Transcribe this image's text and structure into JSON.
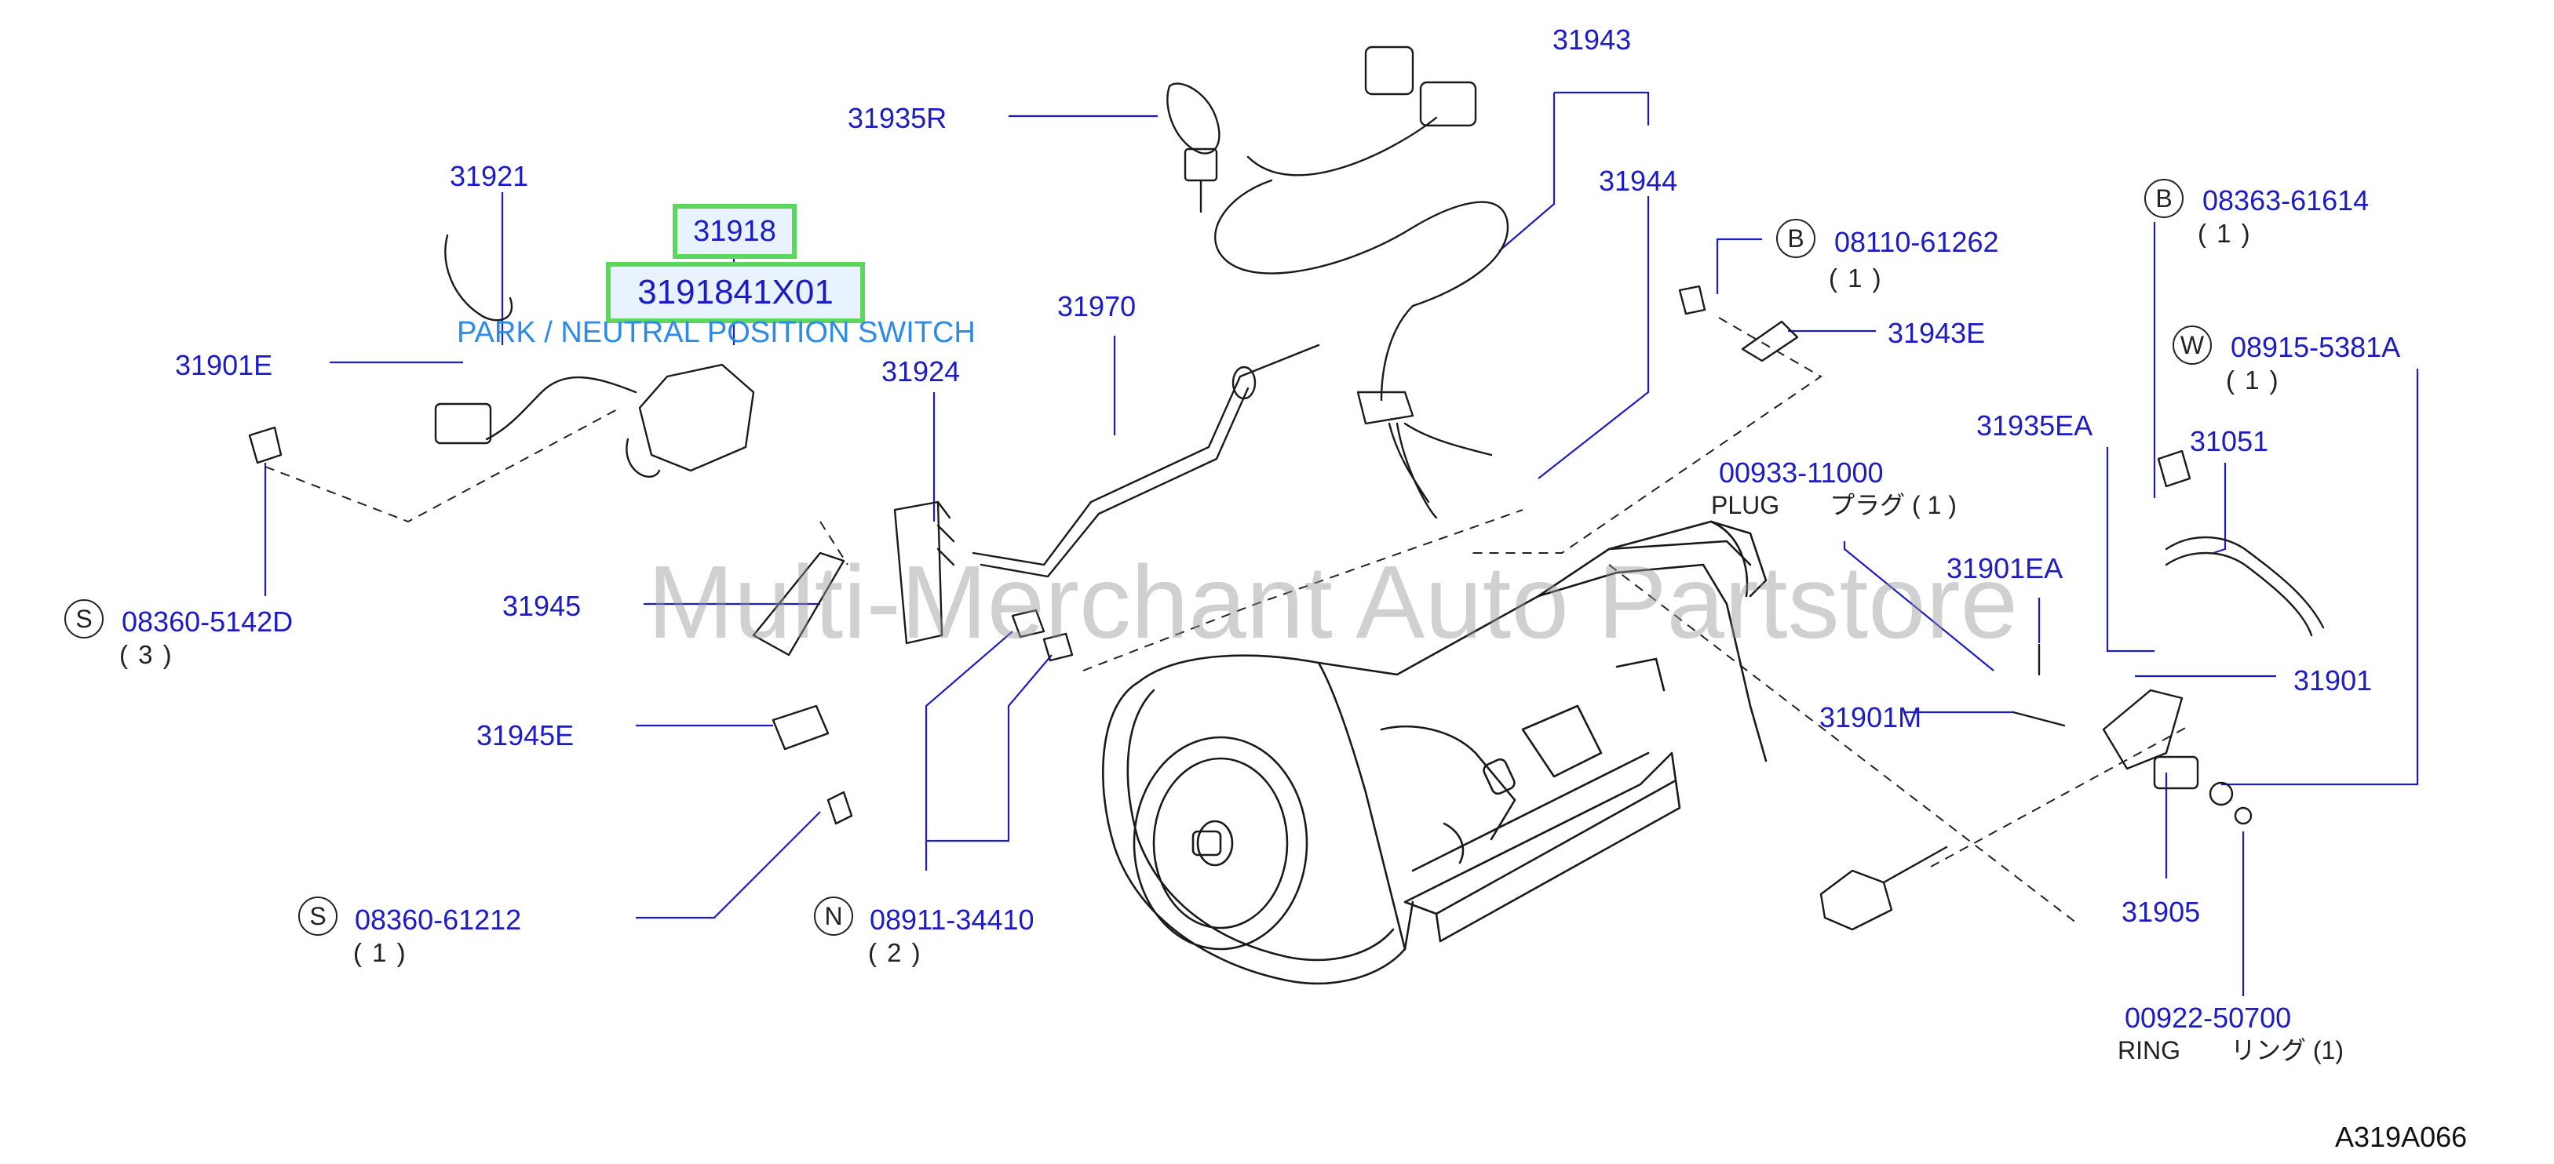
{
  "diagram": {
    "diagram_code": "A319A066",
    "watermark": "Multi-Merchant Auto Partstore",
    "description": "PARK / NEUTRAL POSITION SWITCH",
    "highlight_parts": [
      "31918",
      "3191841X01"
    ],
    "parts": [
      "31943",
      "31935R",
      "31944",
      "31921",
      "31901E",
      "31970",
      "31924",
      "31943E",
      "31935EA",
      "31051",
      "31945",
      "31901EA",
      "31945E",
      "31901",
      "31901M",
      "31905",
      "08110-61262",
      "08363-61614",
      "08915-5381A",
      "08360-5142D",
      "00933-11000",
      "08360-61212",
      "08911-34410",
      "00922-50700"
    ],
    "symbols": [
      "B",
      "B",
      "W",
      "S",
      "S",
      "N"
    ],
    "quantities": [
      "( 1 )",
      "( 1 )",
      "( 1 )",
      "( 3 )",
      "( 1 )",
      "( 2 )"
    ],
    "plug_note": "PLUG　　プラグ ( 1 )",
    "ring_note": "RING　　リング (1)"
  }
}
